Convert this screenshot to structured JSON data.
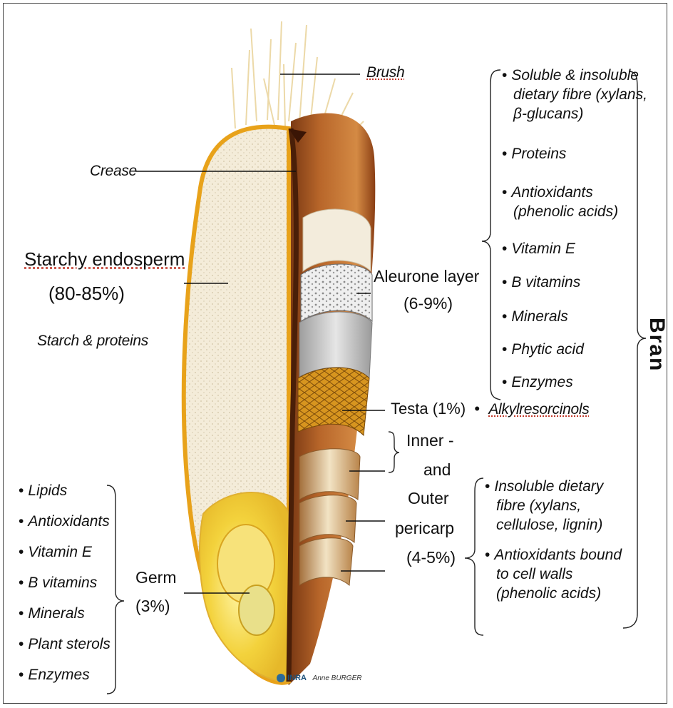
{
  "labels": {
    "brush": "Brush",
    "crease": "Crease",
    "endosperm_title": "Starchy endosperm",
    "endosperm_pct": "(80-85%)",
    "endosperm_content": "Starch & proteins",
    "aleurone_title": "Aleurone layer",
    "aleurone_pct": "(6-9%)",
    "testa": "Testa (1%)",
    "testa_content": "Alkylresorcinols",
    "pericarp_line1": "Inner -",
    "pericarp_line2": "and",
    "pericarp_line3": "Outer",
    "pericarp_line4": "pericarp",
    "pericarp_pct": "(4-5%)",
    "germ_title": "Germ",
    "germ_pct": "(3%)",
    "bran": "Bran",
    "logo": "INRA",
    "credit": "Anne BURGER"
  },
  "aleurone_list": [
    "Soluble & insoluble",
    "dietary fibre (xylans,",
    "β-glucans)",
    "Proteins",
    "Antioxidants",
    "(phenolic acids)",
    "Vitamin E",
    "B vitamins",
    "Minerals",
    "Phytic acid",
    "Enzymes"
  ],
  "pericarp_list": [
    "Insoluble dietary",
    "fibre (xylans,",
    "cellulose, lignin)",
    "Antioxidants bound",
    "to cell walls",
    "(phenolic acids)"
  ],
  "germ_list": [
    "Lipids",
    "Antioxidants",
    "Vitamin E",
    "B vitamins",
    "Minerals",
    "Plant sterols",
    "Enzymes"
  ],
  "colors": {
    "bran_brown": "#a0521c",
    "endosperm": "#f3ead6",
    "germ": "#f2d64a",
    "testa": "#c98a1a"
  }
}
